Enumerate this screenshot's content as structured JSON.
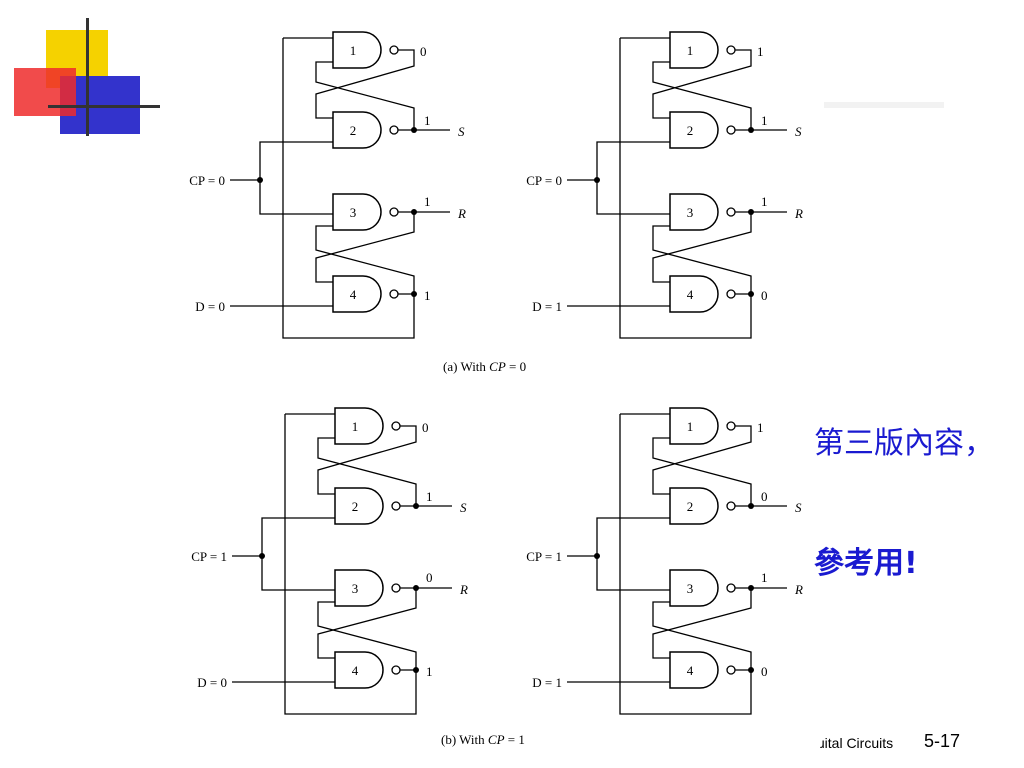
{
  "note": {
    "line1": "第三版內容，",
    "line2": "參考用!"
  },
  "footer": {
    "course": "ɹital Circuits",
    "page": "5-17"
  },
  "captions": {
    "a": {
      "prefix": "(a) With ",
      "var": "CP",
      "suffix": " = 0"
    },
    "b": {
      "prefix": "(b) With ",
      "var": "CP",
      "suffix": " = 1"
    }
  },
  "labels": {
    "s": "S",
    "r": "R"
  },
  "circuits": [
    {
      "cp": "CP = 0",
      "d": "D = 0",
      "outputs": [
        "0",
        "1",
        "1",
        "1"
      ]
    },
    {
      "cp": "CP = 0",
      "d": "D = 1",
      "outputs": [
        "1",
        "1",
        "1",
        "0"
      ]
    },
    {
      "cp": "CP = 1",
      "d": "D = 0",
      "outputs": [
        "0",
        "1",
        "0",
        "1"
      ]
    },
    {
      "cp": "CP = 1",
      "d": "D = 1",
      "outputs": [
        "1",
        "0",
        "1",
        "0"
      ]
    }
  ],
  "colors": {
    "note_text": "#1a1ad0",
    "deco_yellow": "#f5d200",
    "deco_red": "#ee2b2b",
    "deco_blue": "#3333cc"
  }
}
